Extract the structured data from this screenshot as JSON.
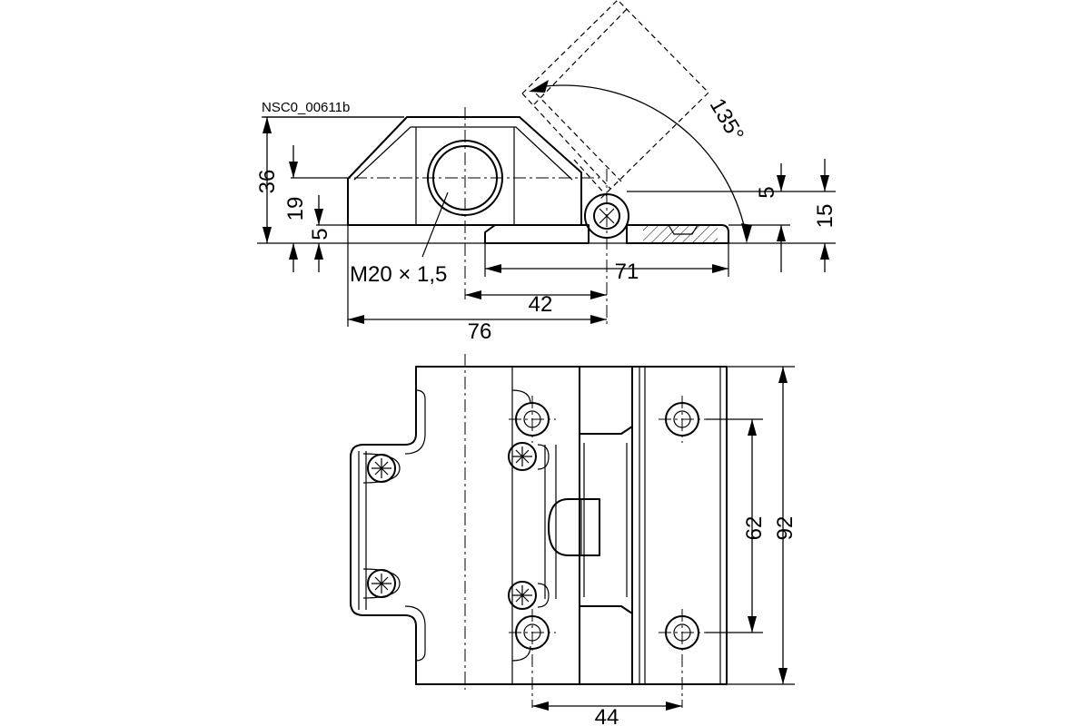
{
  "drawing": {
    "reference": "NSC0_00611b",
    "thread_label": "M20 × 1,5",
    "angle_label": "135°",
    "dims": {
      "total_height": "36",
      "axis_height": "19",
      "base_offset": "5",
      "pin_offset": "5",
      "leaf_height": "15",
      "leaf_length": "71",
      "pivot_distance": "42",
      "overall_length": "76",
      "hole_spacing": "62",
      "overall_width": "92",
      "hole_distance": "44"
    }
  }
}
